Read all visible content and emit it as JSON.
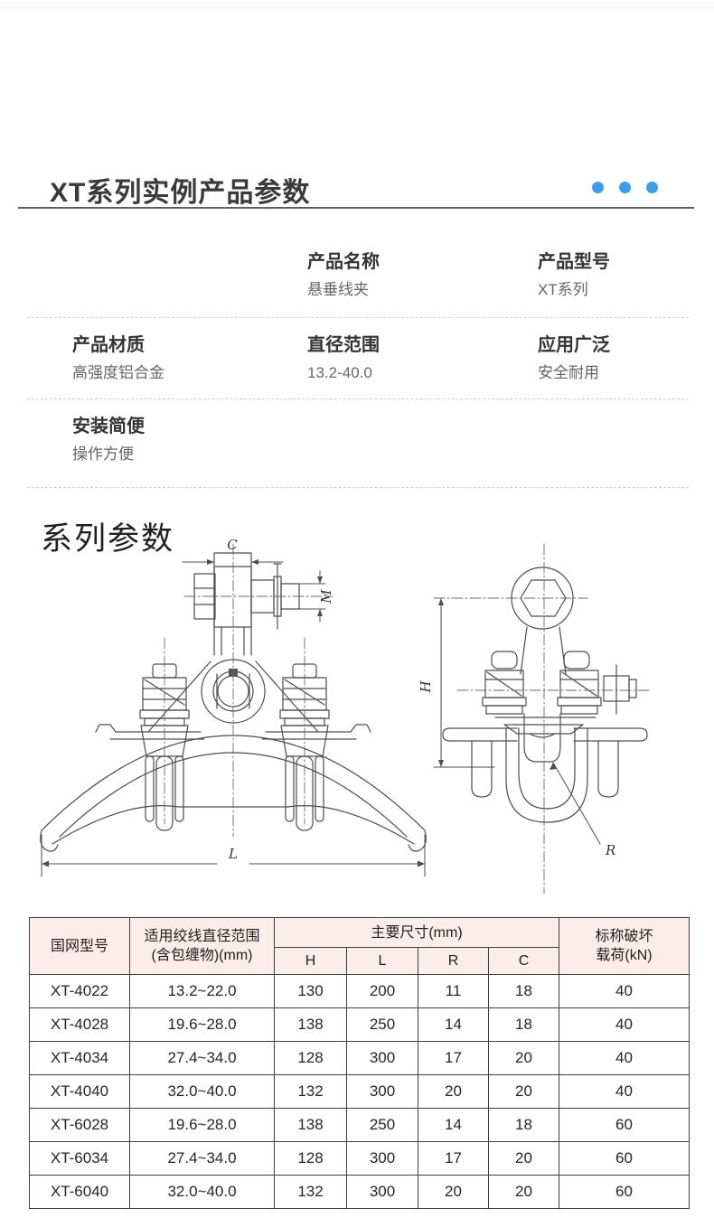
{
  "colors": {
    "accent": "#3e9de9",
    "table_border": "#3f3f3f",
    "table_header_bg": "#fbeeea",
    "title_divider": "#5f5f5f",
    "dashed_divider": "#cfcfcf",
    "drawing_stroke": "#4d4d4d"
  },
  "header": {
    "title": "XT系列实例产品参数",
    "dot_count": 3
  },
  "info": {
    "row1": {
      "name_label": "产品名称",
      "name_value": "悬垂线夹",
      "model_label": "产品型号",
      "model_value": "XT系列"
    },
    "row2": {
      "material_label": "产品材质",
      "material_value": "高强度铝合金",
      "diameter_label": "直径范围",
      "diameter_value": "13.2-40.0",
      "application_label": "应用广泛",
      "application_value": "安全耐用"
    },
    "row3": {
      "install_label": "安装简便",
      "install_value": "操作方便"
    }
  },
  "series_section": {
    "heading": "系列参数"
  },
  "drawings": {
    "front": {
      "dim_c": "C",
      "dim_m": "M",
      "dim_l": "L"
    },
    "side": {
      "dim_h": "H",
      "dim_r": "R"
    }
  },
  "table": {
    "header": {
      "model": "国网型号",
      "range": "适用绞线直径范围\n(含包缠物)(mm)",
      "dims": "主要尺寸(mm)",
      "sub": [
        "H",
        "L",
        "R",
        "C"
      ],
      "load": "标称破坏\n载荷(kN)"
    },
    "rows": [
      [
        "XT-4022",
        "13.2~22.0",
        "130",
        "200",
        "11",
        "18",
        "40"
      ],
      [
        "XT-4028",
        "19.6~28.0",
        "138",
        "250",
        "14",
        "18",
        "40"
      ],
      [
        "XT-4034",
        "27.4~34.0",
        "128",
        "300",
        "17",
        "20",
        "40"
      ],
      [
        "XT-4040",
        "32.0~40.0",
        "132",
        "300",
        "20",
        "20",
        "40"
      ],
      [
        "XT-6028",
        "19.6~28.0",
        "138",
        "250",
        "14",
        "18",
        "60"
      ],
      [
        "XT-6034",
        "27.4~34.0",
        "128",
        "300",
        "17",
        "20",
        "60"
      ],
      [
        "XT-6040",
        "32.0~40.0",
        "132",
        "300",
        "20",
        "20",
        "60"
      ]
    ]
  }
}
